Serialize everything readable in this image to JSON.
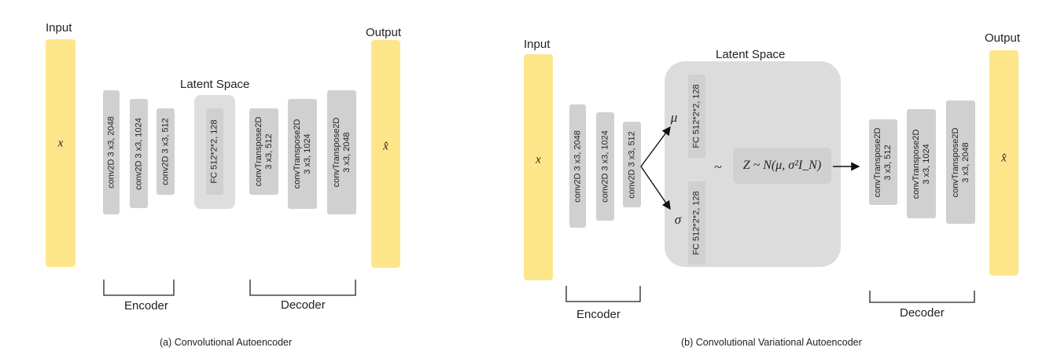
{
  "left": {
    "input_label": "Input",
    "output_label": "Output",
    "input_symbol": "x",
    "output_symbol": "x̂",
    "latent_title": "Latent Space",
    "encoder_blocks": [
      "conv2D 3 x3, 2048",
      "conv2D 3 x3, 1024",
      "conv2D 3 x3, 512"
    ],
    "latent_block": "FC 512*2*2, 128",
    "decoder_blocks": [
      "convTranspose2D\n3 x3, 512",
      "convTranspose2D\n3 x3, 1024",
      "convTranspose2D\n3 x3, 2048"
    ],
    "encoder_label": "Encoder",
    "decoder_label": "Decoder",
    "caption": "(a) Convolutional Autoencoder"
  },
  "right": {
    "input_label": "Input",
    "output_label": "Output",
    "input_symbol": "x",
    "output_symbol": "x̂",
    "latent_title": "Latent Space",
    "encoder_blocks": [
      "conv2D 3 x3, 2048",
      "conv2D 3 x3, 1024",
      "conv2D 3 x3, 512"
    ],
    "mu_symbol": "μ",
    "sigma_symbol": "σ",
    "fc_mu": "FC 512*2*2, 128",
    "fc_sigma": "FC 512*2*2, 128",
    "tilde": "~",
    "sampling_formula": "Z ~ N(μ, σ²I_N)",
    "decoder_blocks": [
      "convTranspose2D\n3 x3, 512",
      "convTranspose2D\n3 x3, 1024",
      "convTranspose2D\n3 x3, 2048"
    ],
    "encoder_label": "Encoder",
    "decoder_label": "Decoder",
    "caption": "(b) Convolutional Variational Autoencoder"
  },
  "colors": {
    "io": "#fde68a",
    "block": "#d0d0d0",
    "latent": "#dcdcdc"
  }
}
